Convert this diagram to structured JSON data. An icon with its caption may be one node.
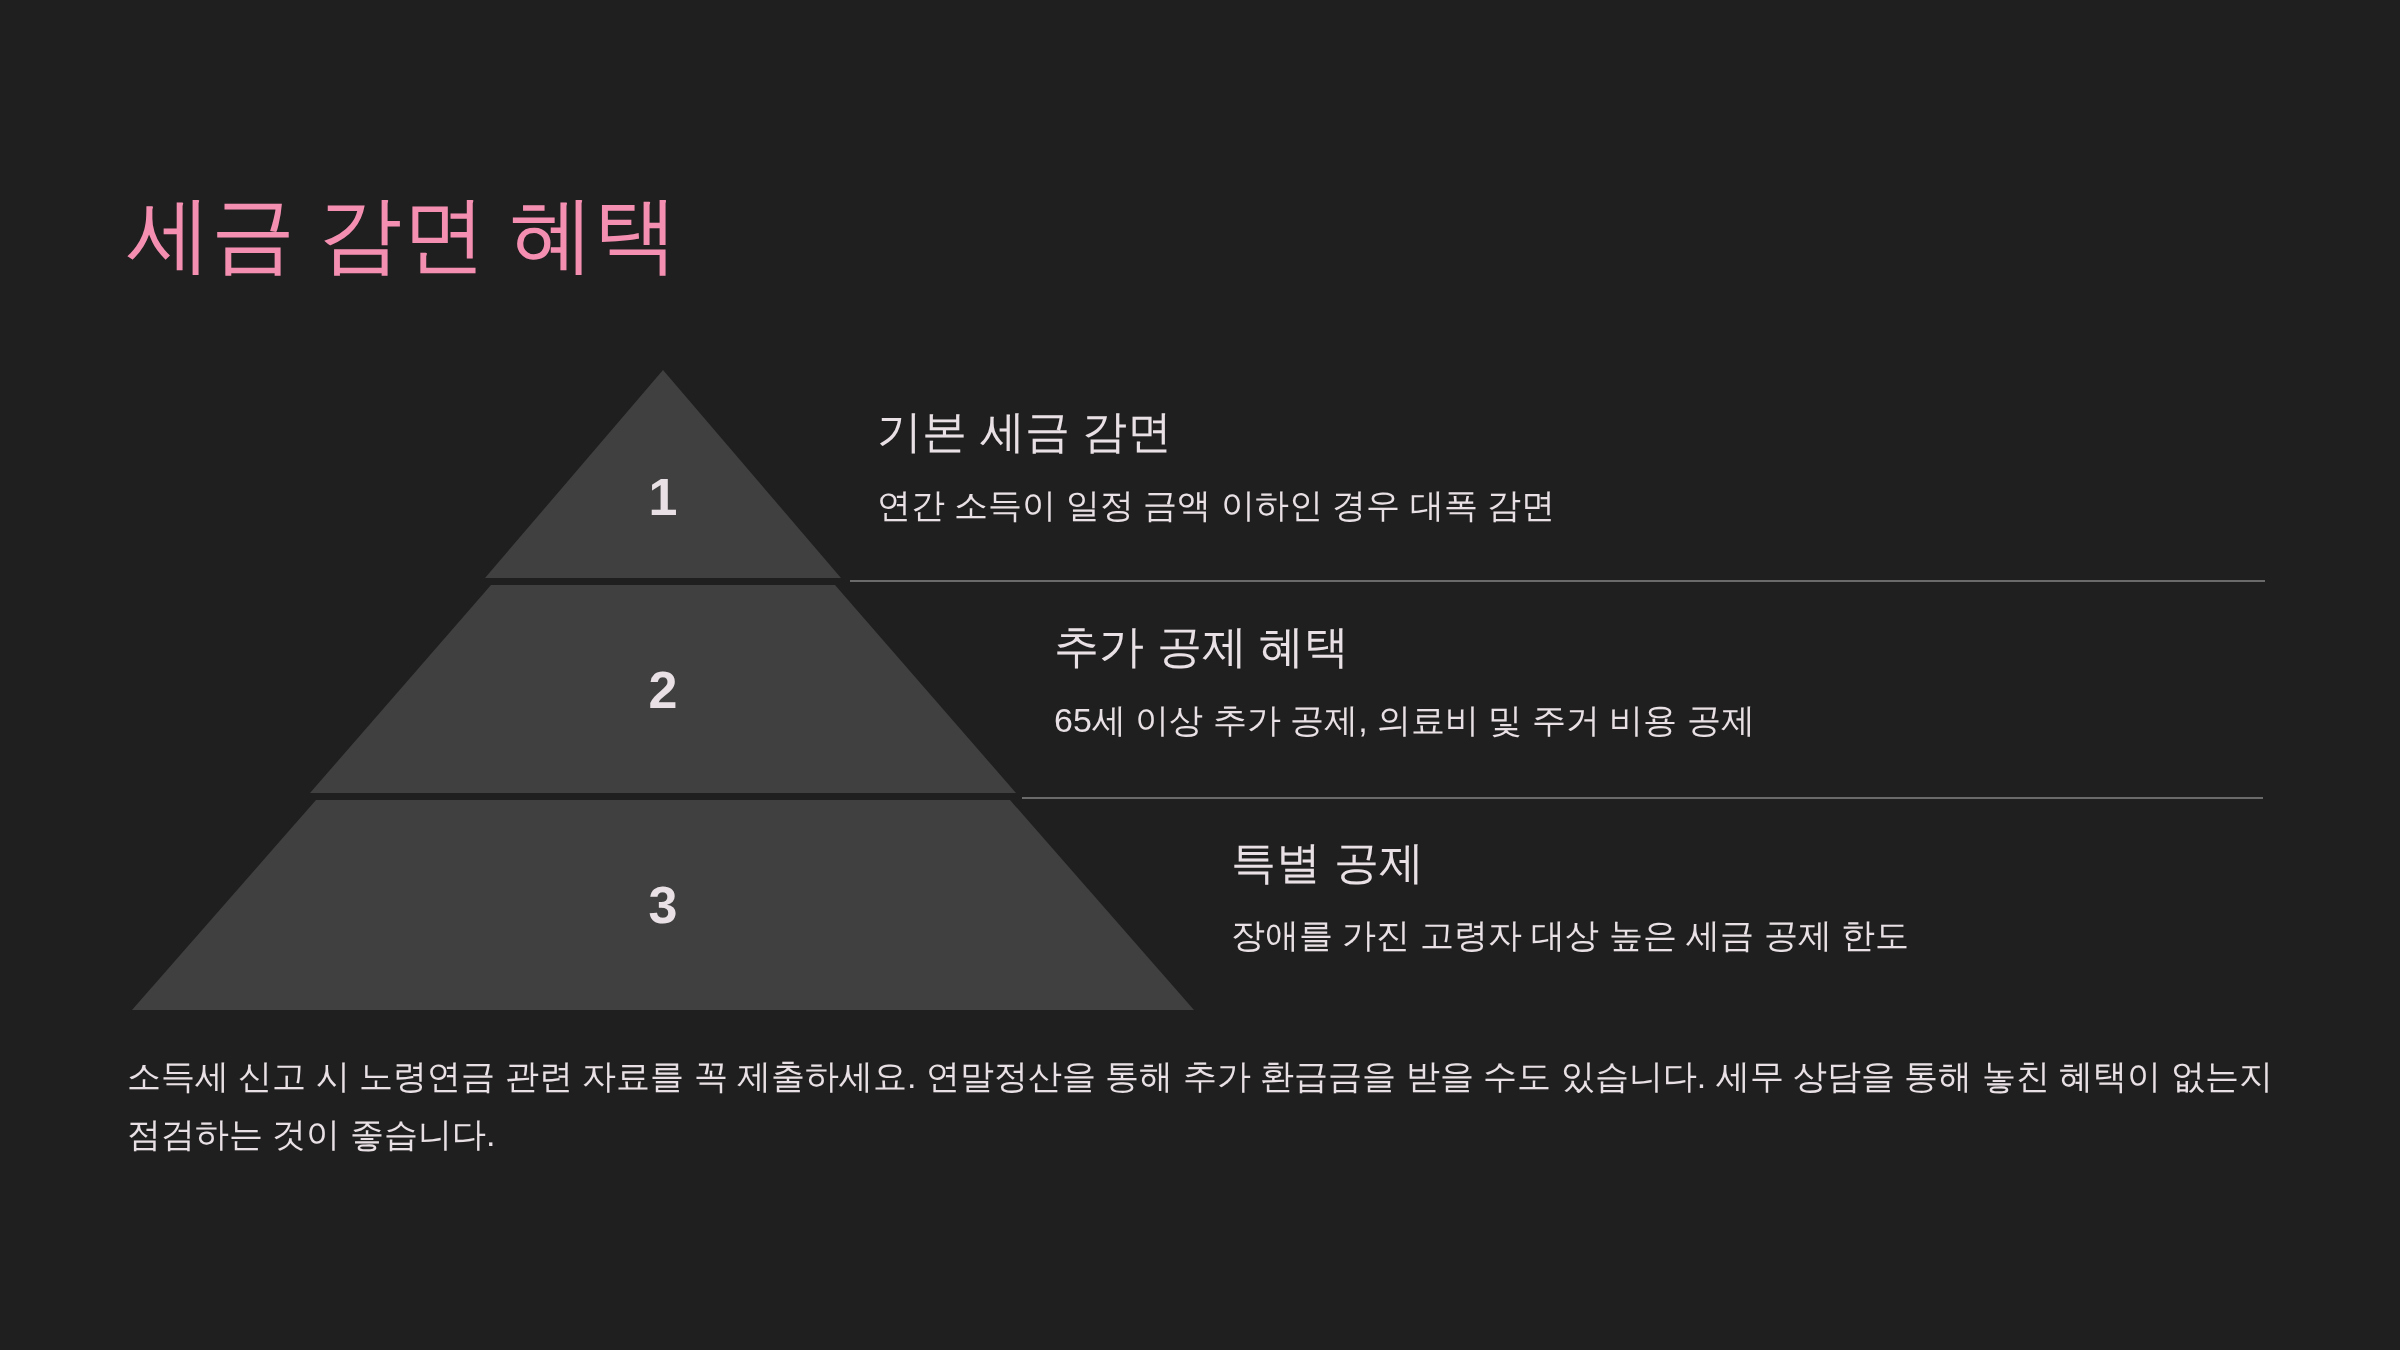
{
  "diagram": {
    "title": "세금 감면 혜택",
    "nodes": [
      {
        "text": [
          "1"
        ],
        "beside": [
          "기본 세금 감면",
          "연간 소득이 일정 금액 이하인 경우 대폭 감면"
        ]
      },
      {
        "text": [
          "2"
        ],
        "beside": [
          "추가 공제 혜택",
          "65세 이상 추가 공제, 의료비 및 주거 비용 공제"
        ]
      },
      {
        "text": [
          "3"
        ],
        "beside": [
          "특별 공제",
          "장애를 가진 고령자 대상 높은 세금 공제 한도"
        ]
      }
    ],
    "labels": [
      "소득세 신고 시 노령연금 관련 자료를 꼭 제출하세요. 연말정산을 통해 추가 환급금을 받을 수도 있습니다. 세무 상담을 통해 놓친 혜택이 없는지 점검하는 것이 좋습니다."
    ]
  }
}
